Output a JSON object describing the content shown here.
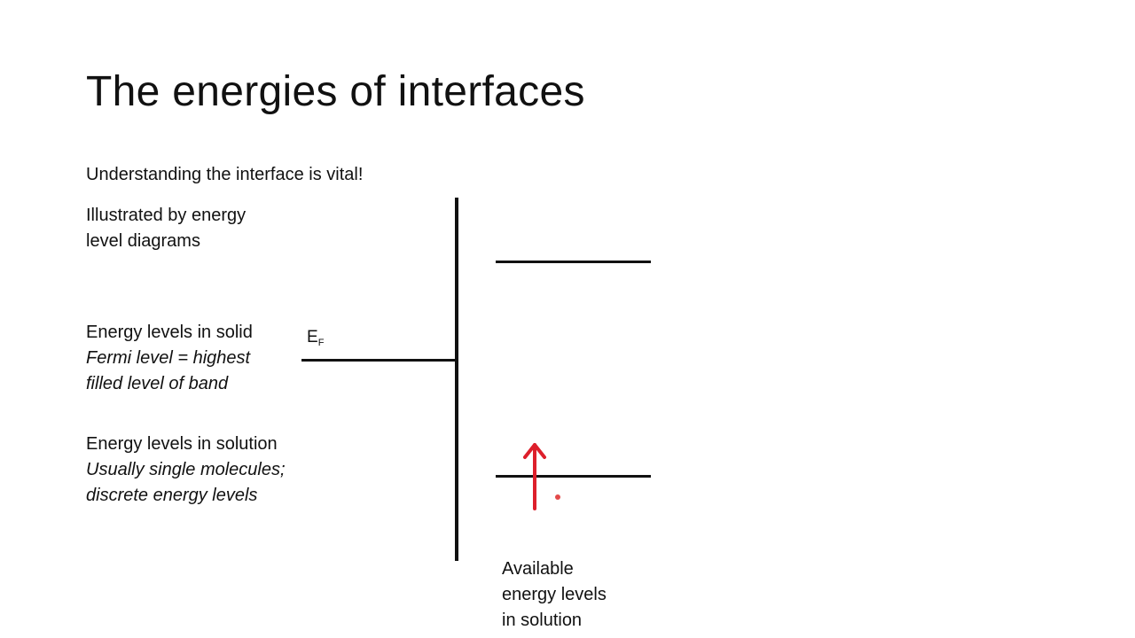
{
  "slide": {
    "title": "The energies of interfaces"
  },
  "text": {
    "intro": "Understanding the interface is vital!",
    "illustrated": [
      "Illustrated by energy",
      "level diagrams"
    ],
    "solid": {
      "heading": "Energy levels in solid",
      "italic": [
        "Fermi level = highest",
        "filled level of band"
      ]
    },
    "solution": {
      "heading": "Energy levels in solution",
      "italic": [
        "Usually single molecules;",
        "discrete energy levels"
      ]
    },
    "available": [
      "Available",
      "energy levels",
      "in solution"
    ]
  },
  "diagram": {
    "fermi_label": {
      "main": "E",
      "sub": "F"
    },
    "arrow_color": "#dd1f2b",
    "line_color": "#111111"
  }
}
